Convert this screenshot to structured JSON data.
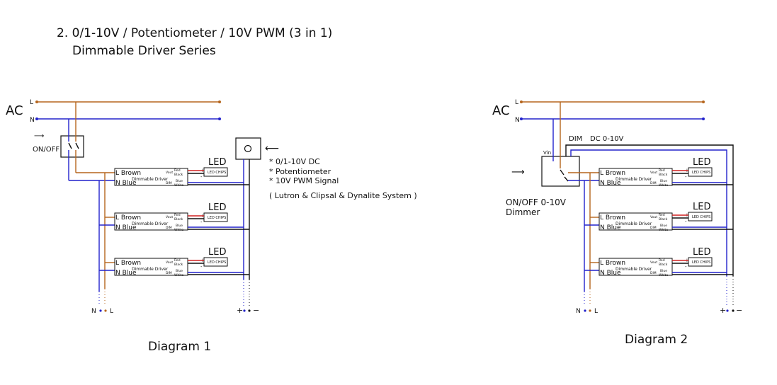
{
  "header": {
    "line1": "2. 0/1-10V / Potentiometer / 10V PWM  (3 in 1)",
    "line2": "Dimmable Driver Series"
  },
  "common": {
    "ac": "AC",
    "l": "L",
    "n": "N",
    "led": "LED",
    "driver_l": "L Brown",
    "driver_n": "N Blue",
    "driver_name": "Dimmable Driver",
    "vout": "Vout",
    "dim": "DIM",
    "red": "Red",
    "black": "Black",
    "blue": "Blue",
    "white": "White",
    "plus": "+",
    "minus": "-",
    "led_chip": "LED CHIPS"
  },
  "diagram1": {
    "caption": "Diagram 1",
    "switch_label": "ON/OFF",
    "notes": [
      "* 0/1-10V DC",
      "* Potentiometer",
      "* 10V PWM Signal",
      "( Lutron &  Clipsal & Dynalite  System )"
    ],
    "bottom_left": "N",
    "bottom_left2": "L",
    "bottom_right": "+",
    "bottom_right2": "−"
  },
  "diagram2": {
    "caption": "Diagram 2",
    "dim_label": "DIM",
    "dc_label": "DC 0-10V",
    "vin_label": "Vin",
    "dimmer_line1": "ON/OFF 0-10V",
    "dimmer_line2": "Dimmer"
  },
  "colors": {
    "live": "#b5651d",
    "neutral": "#2222cc",
    "dim_neg": "#111111",
    "led_pos": "#d12020"
  }
}
